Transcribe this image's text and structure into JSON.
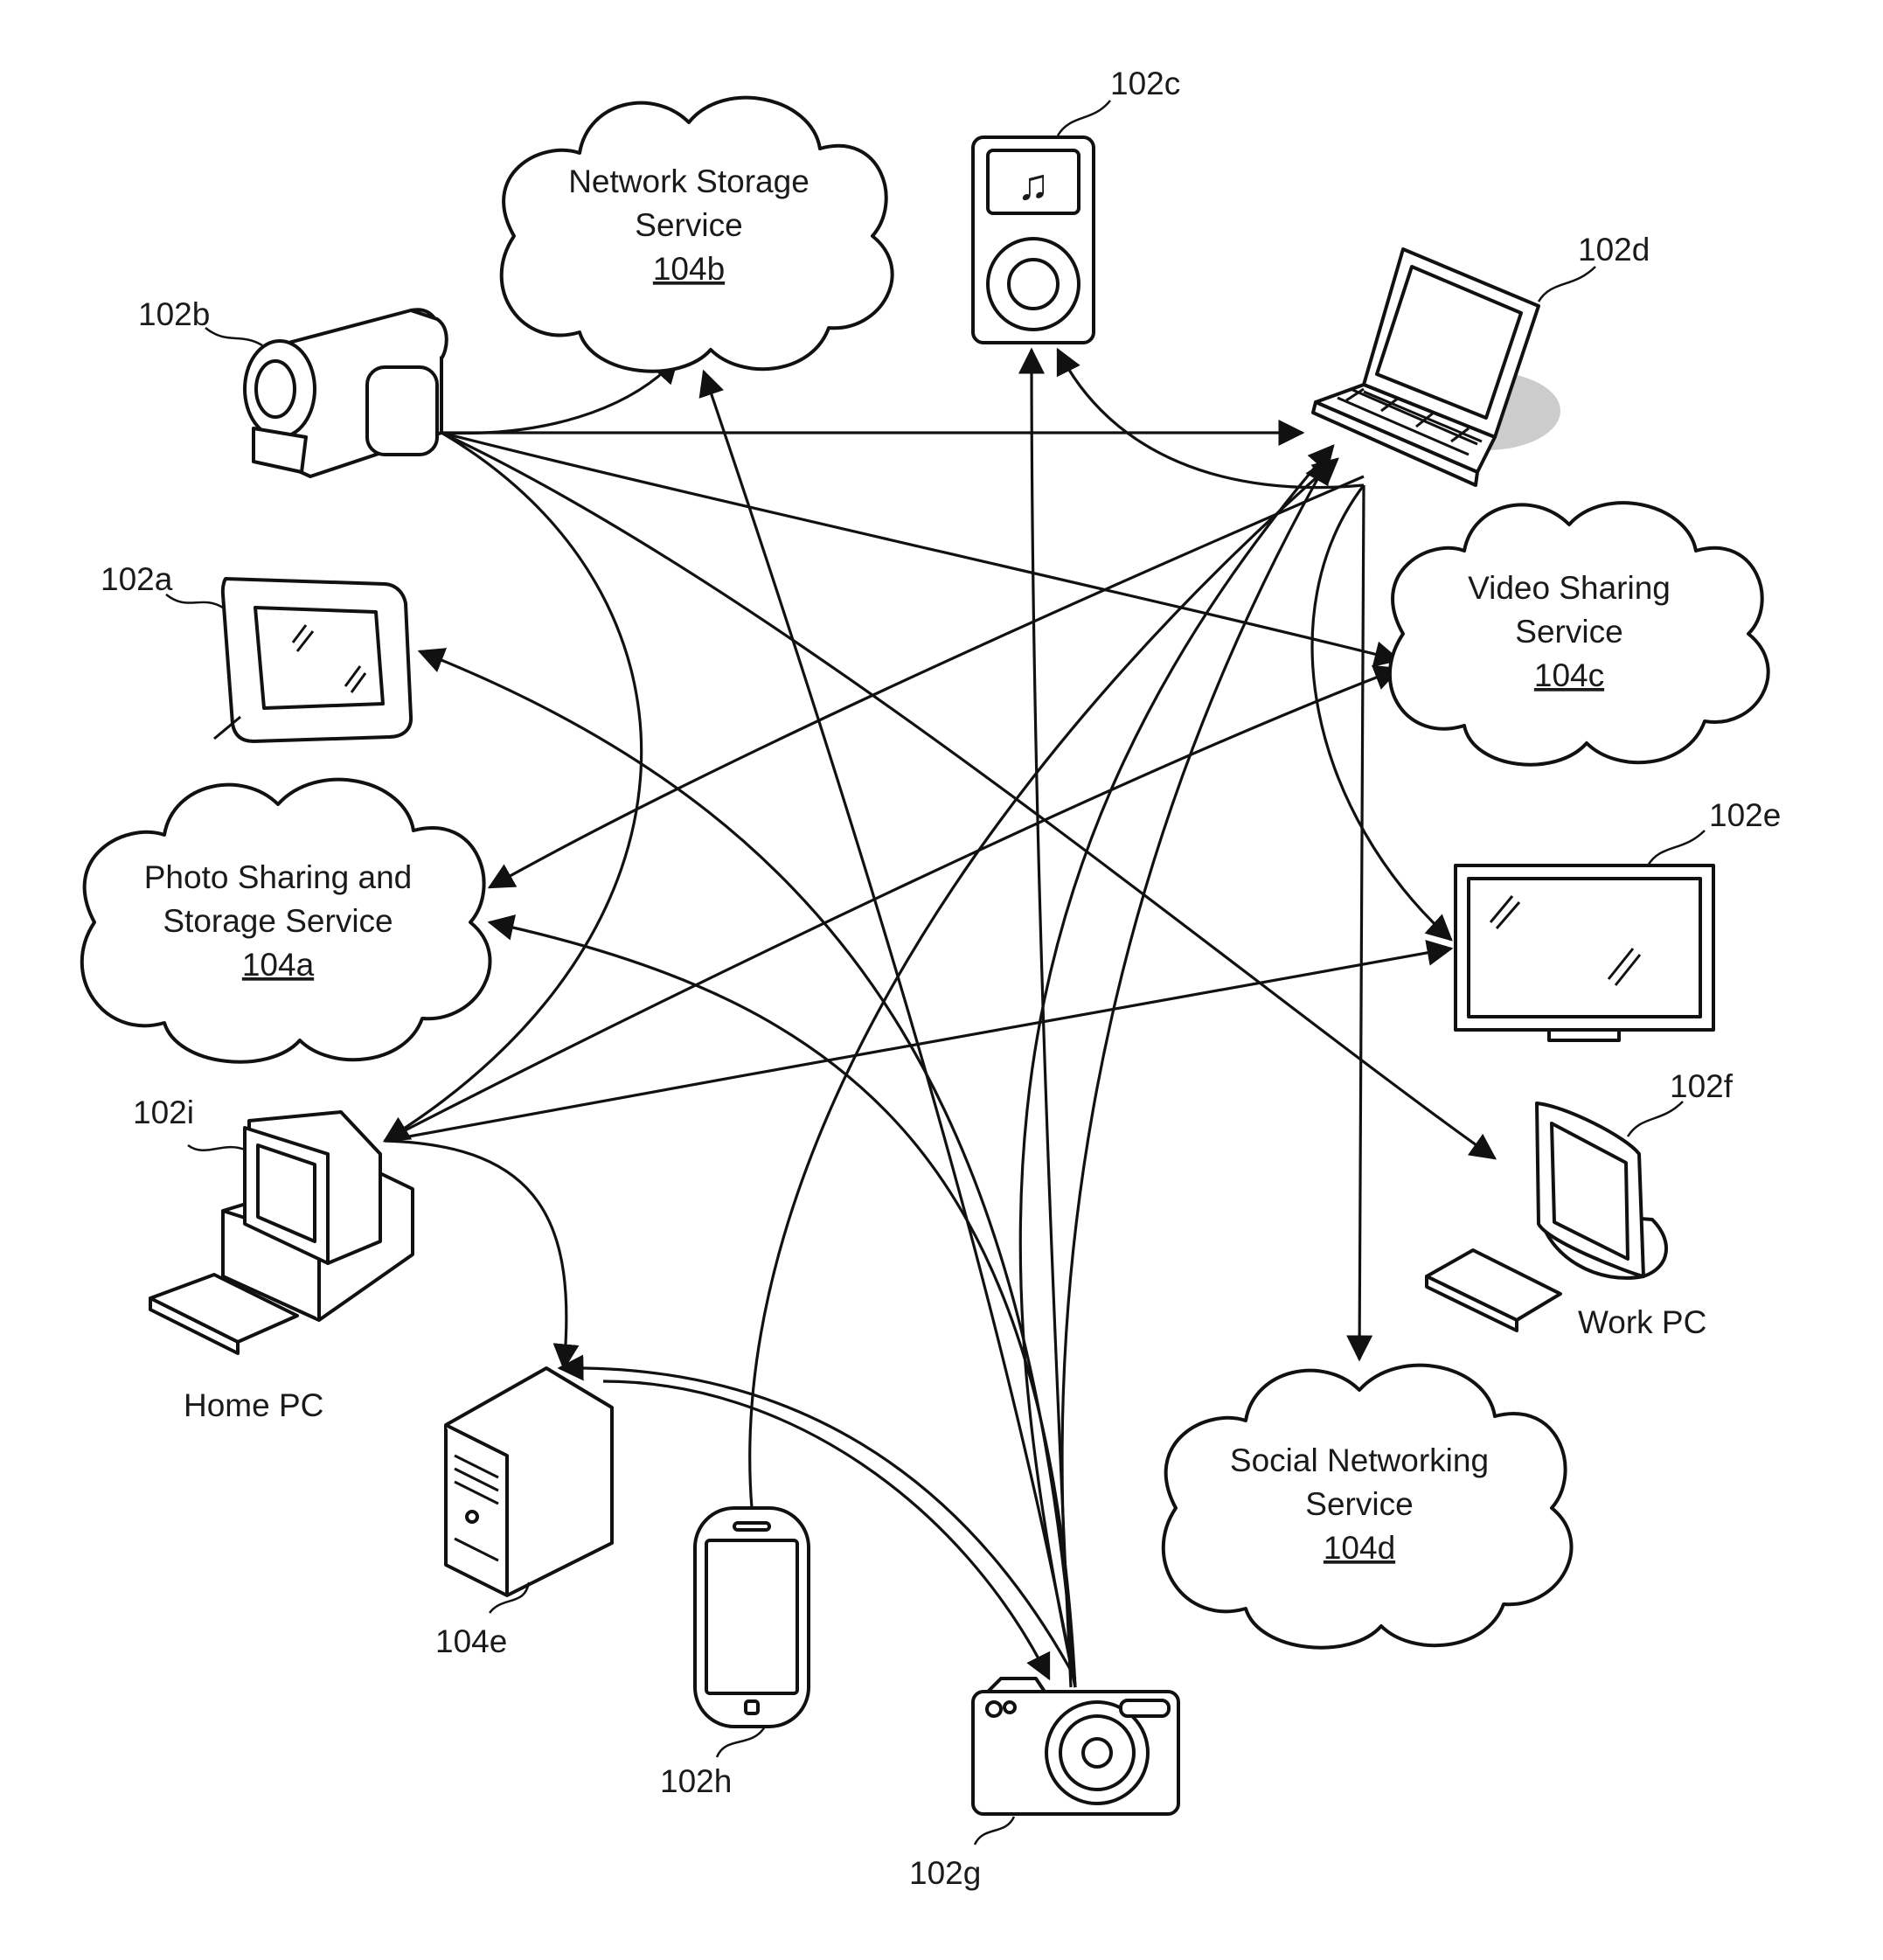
{
  "clouds": [
    {
      "id": "network-storage",
      "line1": "Network Storage",
      "line2": "Service",
      "ref": "104b"
    },
    {
      "id": "video-sharing",
      "line1": "Video Sharing",
      "line2": "Service",
      "ref": "104c"
    },
    {
      "id": "photo-sharing",
      "line1": "Photo Sharing and",
      "line2": "Storage Service",
      "ref": "104a"
    },
    {
      "id": "social-networking",
      "line1": "Social Networking",
      "line2": "Service",
      "ref": "104d"
    }
  ],
  "labels": {
    "camcorder": "102b",
    "photo_frame": "102a",
    "media_player": "102c",
    "laptop": "102d",
    "tv": "102e",
    "work_pc_ref": "102f",
    "work_pc": "Work PC",
    "home_pc_ref": "102i",
    "home_pc": "Home PC",
    "server": "104e",
    "phone": "102h",
    "camera": "102g"
  },
  "icons": {
    "music_note": "♫"
  },
  "colors": {
    "line": "#111111",
    "background": "#ffffff"
  }
}
